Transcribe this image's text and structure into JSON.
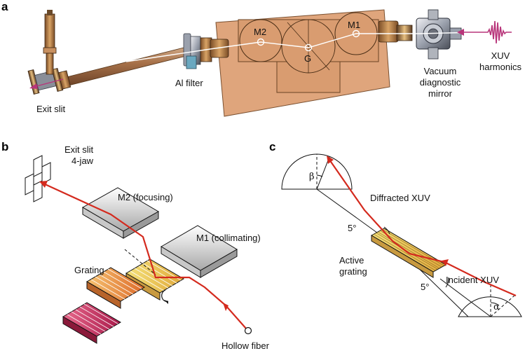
{
  "panel_a": {
    "letter": "a",
    "exit_slit": "Exit slit",
    "al_filter": "Al filter",
    "m2": "M2",
    "m1": "M1",
    "g": "G",
    "vacuum_line1": "Vacuum",
    "vacuum_line2": "diagnostic",
    "vacuum_line3": "mirror",
    "xuv_line1": "XUV",
    "xuv_line2": "harmonics"
  },
  "panel_b": {
    "letter": "b",
    "exit_slit_line1": "Exit slit",
    "exit_slit_line2": "4-jaw",
    "m2_focusing": "M2 (focusing)",
    "m1_collimating": "M1 (collimating)",
    "grating": "Grating",
    "hollow_fiber": "Hollow fiber"
  },
  "panel_c": {
    "letter": "c",
    "beta": "β",
    "alpha": "α",
    "diffracted": "Diffracted XUV",
    "incident": "Incident XUV",
    "angle_top": "5°",
    "angle_bottom": "5°",
    "active_line1": "Active",
    "active_line2": "grating"
  },
  "colors": {
    "beam": "#d42a1e",
    "chamber": "#dfa57c",
    "pulse": "#b8357a",
    "grating_yellow": "#ecd257",
    "grating_orange": "#e8873a",
    "grating_red": "#c8285e"
  }
}
